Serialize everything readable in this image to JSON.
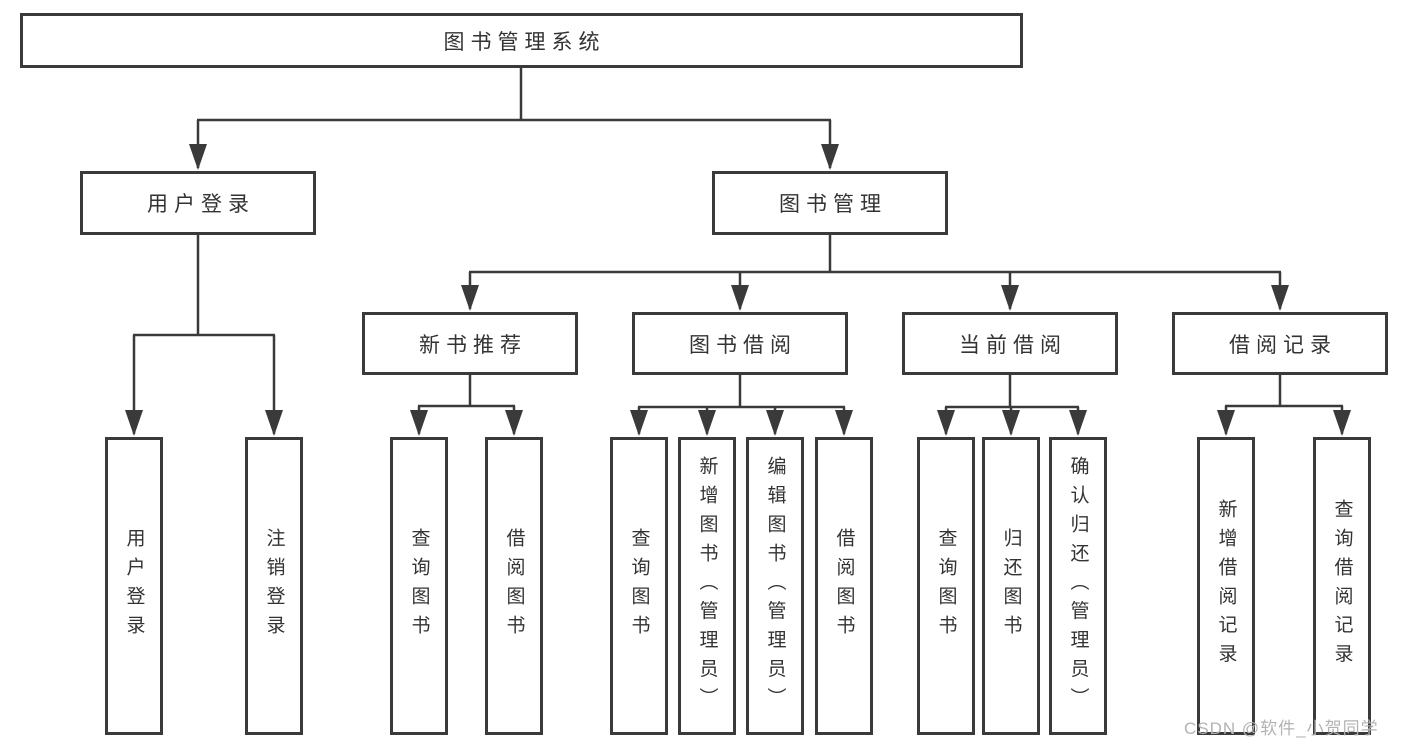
{
  "diagram": {
    "root": {
      "label": "图书管理系统",
      "children": [
        {
          "label": "用户登录",
          "children": [
            {
              "label": "用户登录"
            },
            {
              "label": "注销登录"
            }
          ]
        },
        {
          "label": "图书管理",
          "children": [
            {
              "label": "新书推荐",
              "children": [
                {
                  "label": "查询图书"
                },
                {
                  "label": "借阅图书"
                }
              ]
            },
            {
              "label": "图书借阅",
              "children": [
                {
                  "label": "查询图书"
                },
                {
                  "label": "新增图书（管理员）"
                },
                {
                  "label": "编辑图书（管理员）"
                },
                {
                  "label": "借阅图书"
                }
              ]
            },
            {
              "label": "当前借阅",
              "children": [
                {
                  "label": "查询图书"
                },
                {
                  "label": "归还图书"
                },
                {
                  "label": "确认归还（管理员）"
                }
              ]
            },
            {
              "label": "借阅记录",
              "children": [
                {
                  "label": "新增借阅记录"
                },
                {
                  "label": "查询借阅记录"
                }
              ]
            }
          ]
        }
      ]
    }
  },
  "watermark": {
    "text": "CSDN @软件_小贺同学"
  },
  "colors": {
    "line": "#3a3a3a",
    "text": "#333333",
    "watermark": "#b3b3b3",
    "background": "#ffffff"
  }
}
